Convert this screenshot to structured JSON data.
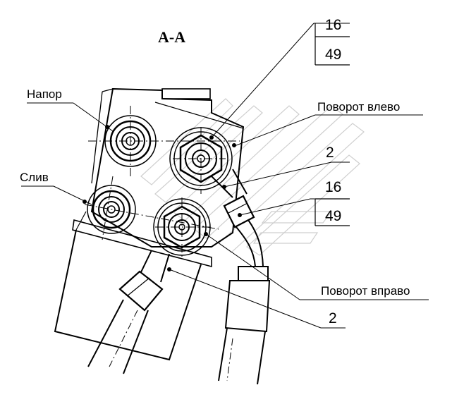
{
  "title": "А-А",
  "labels": {
    "napor": "Напор",
    "sliv": "Слив",
    "povorot_vlevo": "Поворот влево",
    "povorot_vpravo": "Поворот вправо"
  },
  "callouts": {
    "top_ref_upper": "16",
    "top_ref_lower": "49",
    "mid_ref_upper": "16",
    "mid_ref_lower": "49",
    "pos_upper": "2",
    "pos_lower": "2"
  },
  "colors": {
    "line": "#000000",
    "watermark": "#cfcfcf",
    "background": "#ffffff"
  }
}
